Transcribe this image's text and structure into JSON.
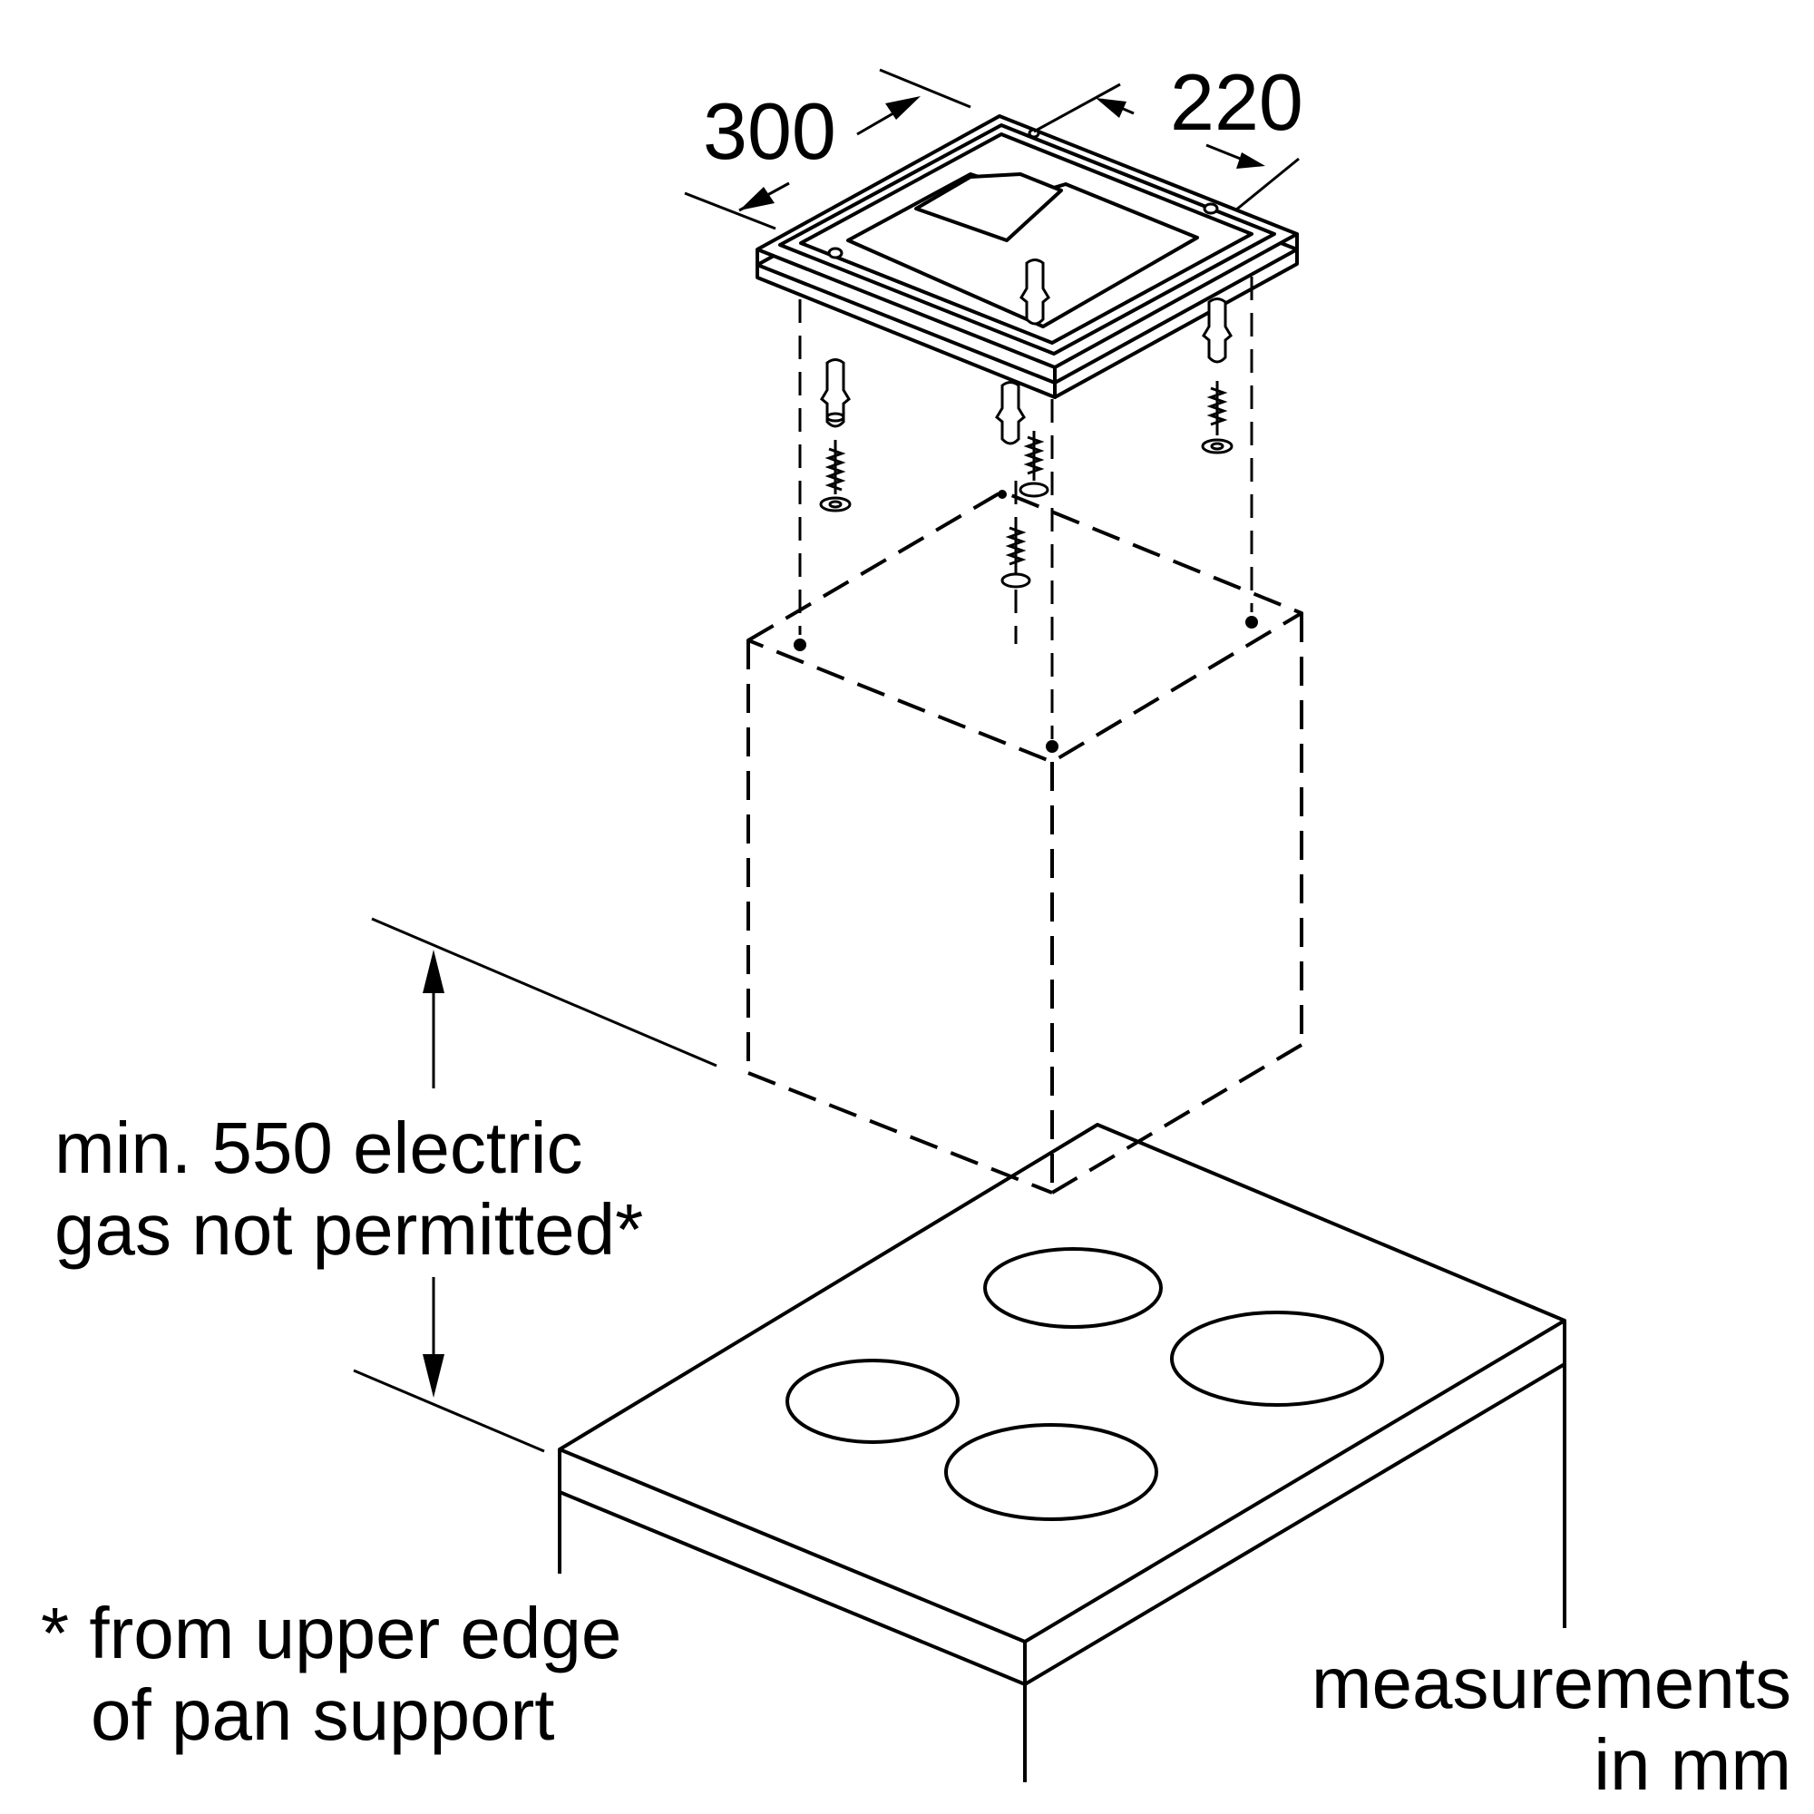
{
  "dimensions": {
    "width_mm": "300",
    "depth_mm": "220"
  },
  "clearance": {
    "line1": "min. 550 electric",
    "line2": "gas not permitted*"
  },
  "footnote": {
    "line1": "* from upper edge",
    "line2": "of pan support"
  },
  "units": {
    "line1": "measurements",
    "line2": "in mm"
  },
  "colors": {
    "line": "#000000",
    "background": "#ffffff"
  }
}
